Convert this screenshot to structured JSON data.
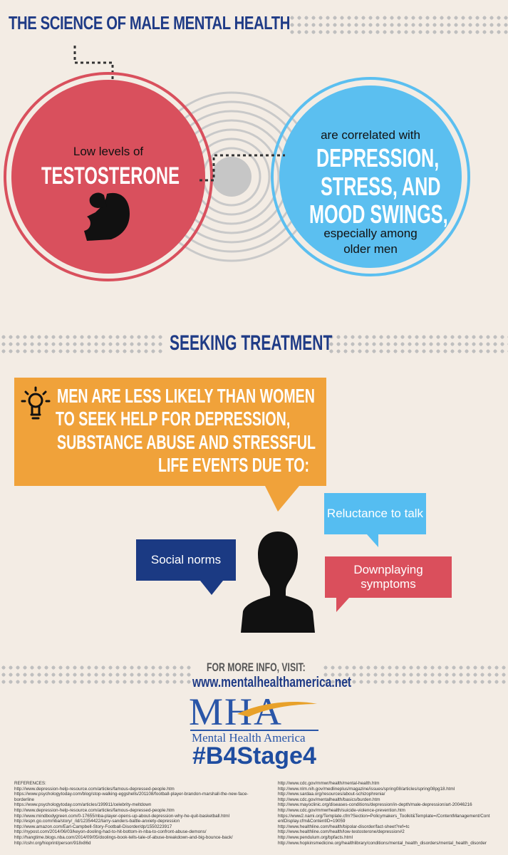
{
  "header": {
    "title": "THE SCIENCE OF MALE MENTAL HEALTH"
  },
  "circles": {
    "left_line1": "Low levels of",
    "left_line2": "TESTOSTERONE",
    "right_line1": "are correlated with",
    "right_big1": "DEPRESSION,",
    "right_big2": "STRESS, AND",
    "right_big3": "MOOD SWINGS,",
    "right_line2": "especially among",
    "right_line3": "older men"
  },
  "section2": {
    "title": "SEEKING TREATMENT",
    "box_lines": [
      "MEN ARE LESS LIKELY THAN WOMEN",
      "TO SEEK HELP FOR DEPRESSION,",
      "SUBSTANCE ABUSE AND STRESSFUL",
      "LIFE EVENTS DUE TO:"
    ],
    "bubble_reluctance": "Reluctance to talk",
    "bubble_social": "Social norms",
    "bubble_downplaying": "Downplaying symptoms"
  },
  "footer": {
    "more_info": "FOR MORE INFO, VISIT:",
    "url": "www.mentalhealthamerica.net",
    "logo_letters": "MHA",
    "logo_name": "Mental Health America",
    "hashtag": "#B4Stage4"
  },
  "references": {
    "title": "REFERENCES:",
    "left": [
      "http://www.depression-help-resource.com/articles/famous-depressed-people.htm",
      "https://www.psychologytoday.com/blog/stop-walking-eggshells/201108/football-player-brandon-marshall-the-new-face-",
      "borderline",
      "https://www.psychologytoday.com/articles/199911/celebrity-meltdown",
      "http://www.depression-help-resource.com/articles/famous-depressed-people.htm",
      "http://www.mindbodygreen.com/0-17655/nba-player-opens-up-about-depression-why-he-quit-basketball.html",
      "http://espn.go.com/nba/story/_/id/12354422/larry-sanders-battle-anxiety-depression",
      "http://www.amazon.com/Earl-Campbell-Story-Football-Disorder/dp/1550223917",
      "http://nypost.com/2014/06/03/keyon-dooling-had-to-hit-bottom-in-nba-to-confront-abuse-demons/",
      "http://hangtime.blogs.nba.com/2014/09/05/doolings-book-tells-tale-of-abuse-breakdown-and-big-bounce-back/",
      "http://cshr.org/hioprint/person/918x86d"
    ],
    "right": [
      "http://www.cdc.gov/mmwr/health/mental-health.htm",
      "http://www.nlm.nih.gov/medlineplus/magazine/issues/spring08/articles/spring08pg18.html",
      "http://www.sardaa.org/resources/about-schizophrenia/",
      "http://www.cdc.gov/mentalhealth/basics/burden.htm",
      "http://www.mayoclinic.org/diseases-conditions/depression/in-depth/male-depression/art-20046216",
      "http://www.cdc.gov/mmwrhealth/suicide-violence-prevention.htm",
      "https://www2.nami.org/Template.cfm?Section=Policymakers_Toolkit&Template=/ContentManagement/Cont",
      "entDisplay.cfm&ContentID=19059",
      "http://www.healthline.com/health/bipolar-disorder/fact-sheet?ref=tc",
      "http://www.healthline.com/health/low-testosterone/depression#2",
      "http://www.pendulum.org/bpfacts.html",
      "http://www.hopkinsmedicine.org/healthlibrary/conditions/mental_health_disorders/mental_health_disorder"
    ]
  },
  "colors": {
    "navy": "#1f3b86",
    "red": "#d9505d",
    "sky": "#5bbff0",
    "orange": "#f0a23a",
    "background": "#f3ece4"
  }
}
